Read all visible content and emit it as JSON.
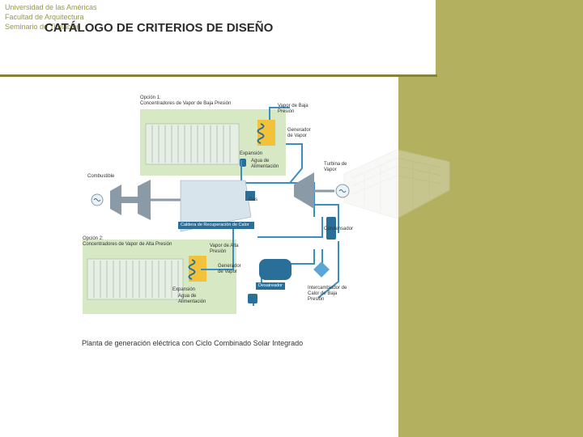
{
  "header": {
    "university": "Universidad de las Américas",
    "faculty": "Facultad de Arquitectura",
    "seminar": "Seminario de Titulación"
  },
  "slide": {
    "title": "CATÁLOGO DE CRITERIOS DE DISEÑO",
    "caption": "Planta de generación eléctrica con Ciclo Combinado Solar Integrado"
  },
  "diagram": {
    "option1": "Opción 1:",
    "option1_desc": "Concentradores de Vapor de Baja Presión",
    "low_pressure_steam": "Vapor de Baja Presión",
    "steam_generator_1": "Generador de Vapor",
    "expansion_1": "Expansión",
    "feed_water_1": "Agua de Alimentación",
    "steam_turbine": "Turbina de Vapor",
    "fuel": "Combustible",
    "gas": "Gas",
    "heat_recovery_boiler": "Caldera de Recuperación de Calor",
    "condenser": "Condensador",
    "option2": "Opción 2:",
    "option2_desc": "Concentradores de Vapor de Alta Presión",
    "high_pressure_steam": "Vapor de Alta Presión",
    "steam_generator_2": "Generador de Vapor",
    "expansion_2": "Expansión",
    "feed_water_2": "Agua de Alimentación",
    "deaerator": "Desaireador",
    "heat_exchanger": "Intercambiador de Calor de Baja Presión"
  },
  "colors": {
    "accent_band": "#b3b05f",
    "rule": "#858539",
    "header_text": "#9a9a3c",
    "pipe": "#3a8fc0",
    "panel_green": "#d6e8c4",
    "box_yellow": "#f2c23a"
  },
  "icons": {
    "turbine": "turbine-icon",
    "generator": "generator-icon",
    "photo": "building-photo"
  }
}
